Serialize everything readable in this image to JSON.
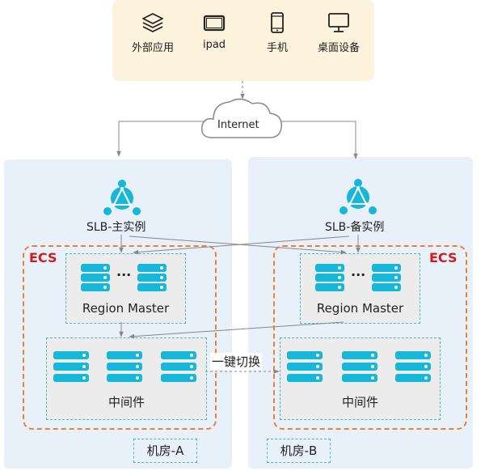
{
  "clients": [
    {
      "label": "外部应用",
      "icon": "layers-icon"
    },
    {
      "label": "ipad",
      "icon": "tablet-icon"
    },
    {
      "label": "手机",
      "icon": "phone-icon"
    },
    {
      "label": "桌面设备",
      "icon": "monitor-icon"
    }
  ],
  "internet": {
    "label": "Internet"
  },
  "room_a": {
    "slb_label": "SLB-主实例",
    "ecs_label": "ECS",
    "region_master_label": "Region Master",
    "middleware_label": "中间件",
    "room_label": "机房-A"
  },
  "room_b": {
    "slb_label": "SLB-备实例",
    "ecs_label": "ECS",
    "region_master_label": "Region Master",
    "middleware_label": "中间件",
    "room_label": "机房-B"
  },
  "switch_label": "一键切换",
  "ellipsis": "···",
  "colors": {
    "accent": "#16b7d8",
    "ecs_border": "#f07f35",
    "ecs_text": "#cc1f1f",
    "client_bg": "#fdf3dc",
    "room_bg": "#e8f0fa"
  }
}
